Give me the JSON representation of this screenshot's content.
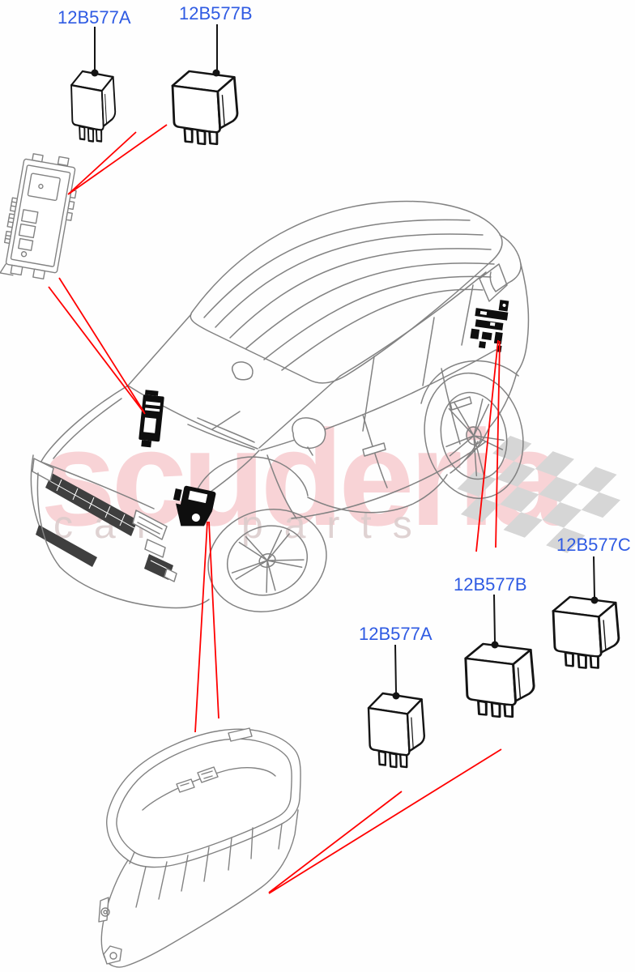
{
  "diagram": {
    "description": "Vehicle relay locations parts diagram",
    "callouts": [
      {
        "code": "12B577A",
        "position": "top-left"
      },
      {
        "code": "12B577B",
        "position": "top"
      },
      {
        "code": "12B577C",
        "position": "right"
      },
      {
        "code": "12B577B",
        "position": "bottom-right"
      },
      {
        "code": "12B577A",
        "position": "bottom"
      }
    ]
  },
  "watermark": {
    "brand": "scuderia",
    "tagline_word1": "car",
    "tagline_word2": "parts"
  },
  "colors": {
    "label_blue": "#2f5be3",
    "leader_red": "#ff0000",
    "line_black": "#141414",
    "art_gray": "#828282",
    "component_black": "#0e0e0e",
    "checker_gray": "#d6d6d6",
    "watermark_pink": "#f2aeb4",
    "tagline_gray": "#d9caca",
    "background": "#ffffff"
  }
}
